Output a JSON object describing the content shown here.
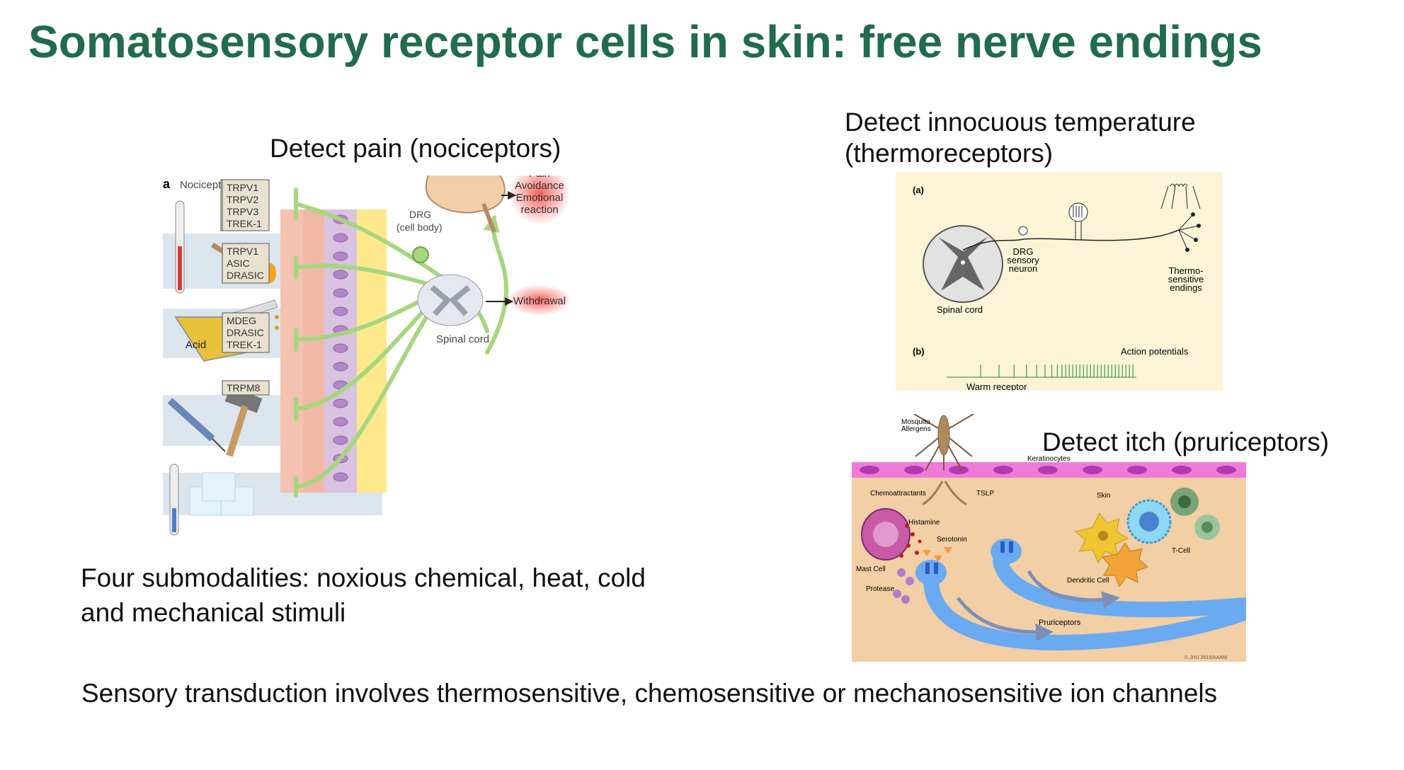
{
  "title": "Somatosensory receptor cells in skin: free nerve endings",
  "pain": {
    "heading": "Detect pain (nociceptors)",
    "panel_letter": "a",
    "panel_title": "Nociceptive pain",
    "channel_groups": [
      [
        "TRPV1",
        "TRPV2",
        "TRPV3",
        "TREK-1"
      ],
      [
        "TRPV1",
        "ASIC",
        "DRASIC"
      ],
      [
        "MDEG",
        "DRASIC",
        "TREK-1"
      ],
      [
        "TRPM8"
      ]
    ],
    "acid_label": "Acid",
    "drg_label": "DRG",
    "drg_sub": "(cell body)",
    "spinal_label": "Spinal cord",
    "brain_outputs": [
      "Pain",
      "Avoidance",
      "Emotional",
      "reaction"
    ],
    "reflex_output": "Withdrawal",
    "caption_line1": "Four submodalities: noxious chemical, heat, cold",
    "caption_line2": "and mechanical stimuli"
  },
  "thermo": {
    "heading_line1": "Detect innocuous temperature",
    "heading_line2": "(thermoreceptors)",
    "panel_a": "(a)",
    "panel_b": "(b)",
    "drg_lines": [
      "DRG",
      "sensory",
      "neuron"
    ],
    "spinal_label": "Spinal cord",
    "endings_lines": [
      "Thermo-",
      "sensitive",
      "endings"
    ],
    "ap_label": "Action potentials",
    "receptor_label": "Warm receptor"
  },
  "itch": {
    "heading": "Detect itch (pruriceptors)",
    "mosquito_lines": [
      "Mosquito",
      "Allergens"
    ],
    "keratinocytes": "Keratinocytes",
    "chemoattractants": "Chemoattractants",
    "tslp": "TSLP",
    "skin": "Skin",
    "histamine": "Histamine",
    "serotonin": "Serotonin",
    "mast_cell": "Mast Cell",
    "protease": "Protease",
    "dendritic_cell": "Dendritic Cell",
    "t_cell": "T-Cell",
    "pruriceptors": "Pruriceptors",
    "credit": "© JHU 2016/AAAM"
  },
  "footer": "Sensory transduction involves thermosensitive, chemosensitive or mechanosensitive ion channels",
  "colors": {
    "title_green": "#216b4f",
    "nerve_green": "#a6d67e",
    "thermo_bg": "#fdf4d8",
    "itch_bg": "#f2cfa4",
    "keratinocyte": "#d45ad6",
    "pruriceptor_blue": "#6aaaf0"
  }
}
